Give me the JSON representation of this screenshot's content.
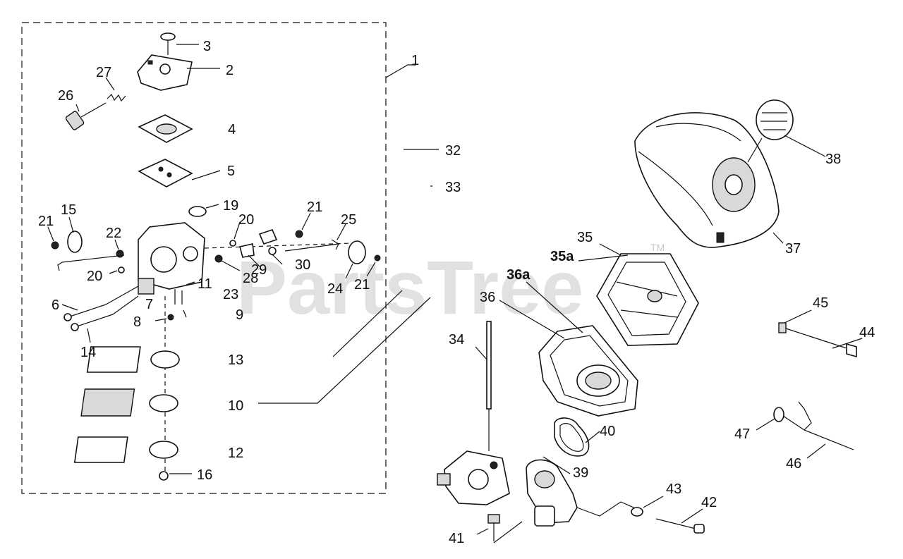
{
  "watermark": {
    "text": "PartsTree",
    "trademark": "TM"
  },
  "callouts": {
    "c1": "1",
    "c2": "2",
    "c3": "3",
    "c4": "4",
    "c5": "5",
    "c6": "6",
    "c7": "7",
    "c8": "8",
    "c9": "9",
    "c10": "10",
    "c11": "11",
    "c12": "12",
    "c13": "13",
    "c14": "14",
    "c15": "15",
    "c16": "16",
    "c19": "19",
    "c20a": "20",
    "c20b": "20",
    "c21a": "21",
    "c21b": "21",
    "c21c": "21",
    "c22": "22",
    "c23": "23",
    "c24": "24",
    "c25": "25",
    "c26": "26",
    "c27": "27",
    "c28": "28",
    "c29": "29",
    "c30": "30",
    "c32": "32",
    "c33": "33",
    "c34": "34",
    "c35": "35",
    "c35a": "35a",
    "c36": "36",
    "c36a": "36a",
    "c37": "37",
    "c38": "38",
    "c39": "39",
    "c40": "40",
    "c41": "41",
    "c42": "42",
    "c43": "43",
    "c44": "44",
    "c45": "45",
    "c46": "46",
    "c47": "47"
  }
}
